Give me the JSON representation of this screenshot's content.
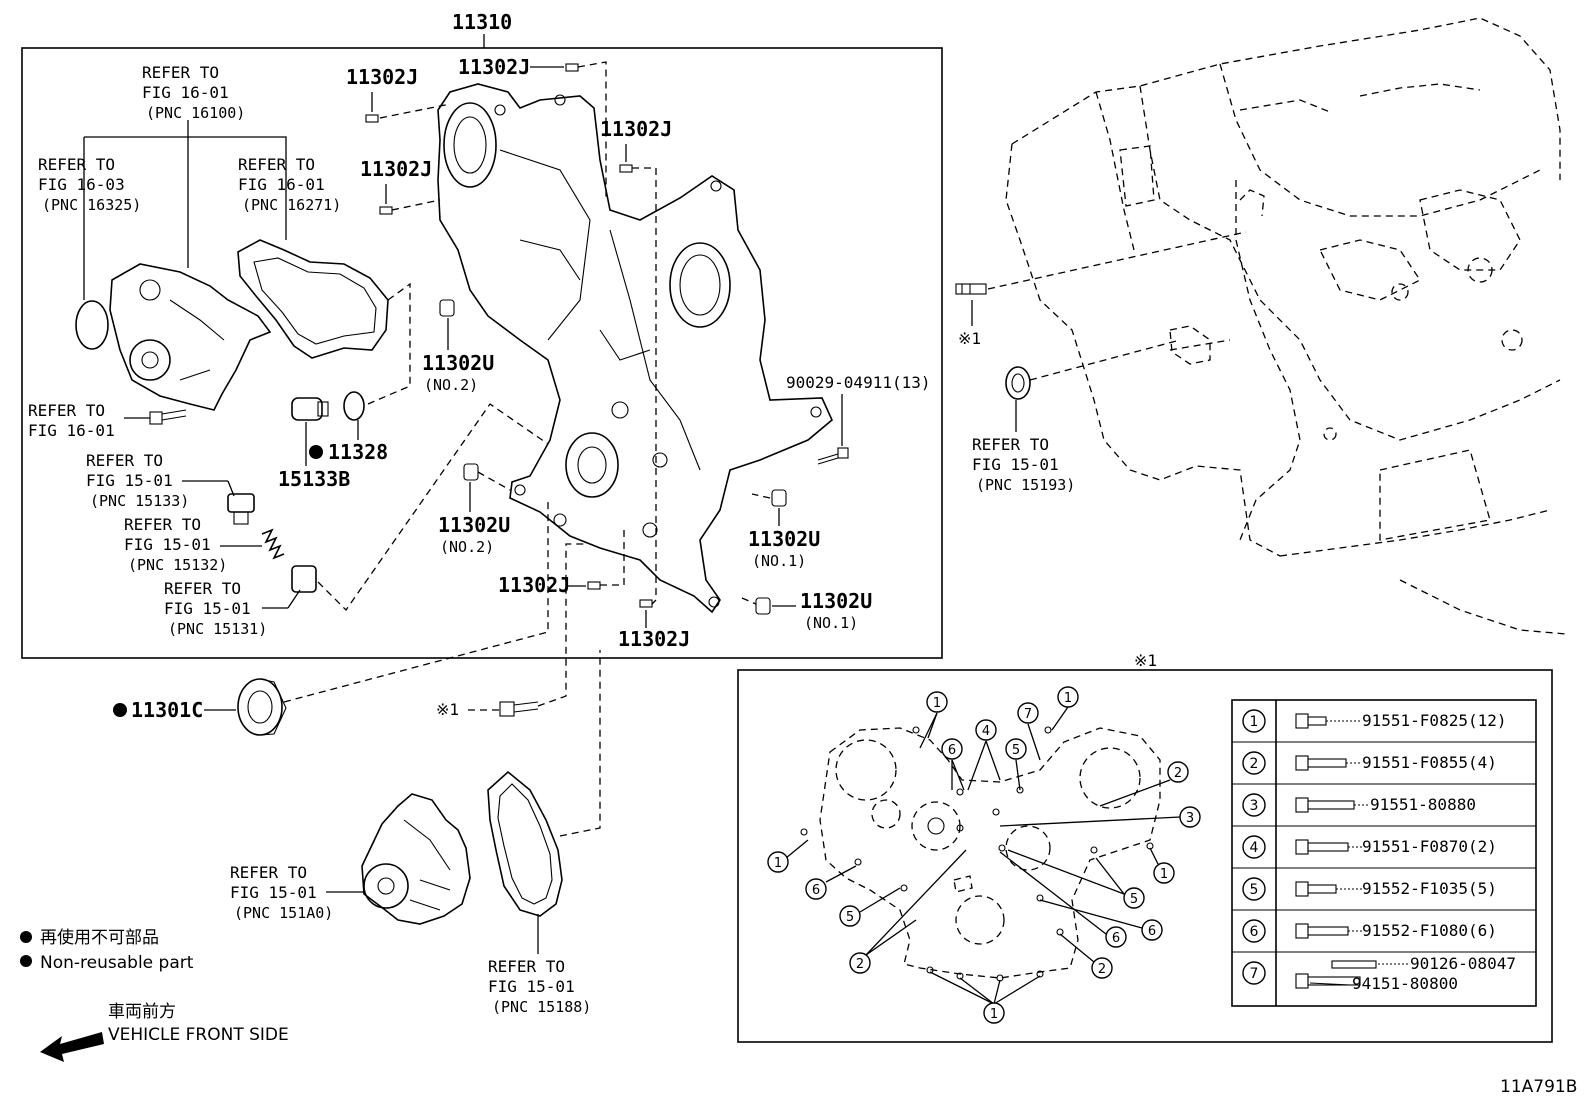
{
  "main_part": "11310",
  "labels": {
    "p11302J_a": "11302J",
    "p11302J_b": "11302J",
    "p11302J_c": "11302J",
    "p11302J_d": "11302J",
    "p11302J_e": "11302J",
    "p11302J_f": "11302J",
    "p11302U_no2_a": "11302U",
    "no2_a": "(NO.2)",
    "p11302U_no2_b": "11302U",
    "no2_b": "(NO.2)",
    "p11302U_no1_a": "11302U",
    "no1_a": "(NO.1)",
    "p11302U_no1_b": "11302U",
    "no1_b": "(NO.1)",
    "p90029": "90029-04911(13)",
    "p11328": "11328",
    "p15133B": "15133B",
    "p11301C": "11301C",
    "ref_mark_a": "※1",
    "ref_mark_b": "※1",
    "ref_mark_c": "※1"
  },
  "refer": {
    "r1": {
      "l1": "REFER TO",
      "l2": "FIG 16-01",
      "l3": "(PNC 16100)"
    },
    "r2": {
      "l1": "REFER TO",
      "l2": "FIG 16-03",
      "l3": "(PNC 16325)"
    },
    "r3": {
      "l1": "REFER TO",
      "l2": "FIG 16-01",
      "l3": "(PNC 16271)"
    },
    "r4": {
      "l1": "REFER TO",
      "l2": "FIG 16-01"
    },
    "r5": {
      "l1": "REFER TO",
      "l2": "FIG 15-01",
      "l3": "(PNC 15133)"
    },
    "r6": {
      "l1": "REFER TO",
      "l2": "FIG 15-01",
      "l3": "(PNC 15132)"
    },
    "r7": {
      "l1": "REFER TO",
      "l2": "FIG 15-01",
      "l3": "(PNC 15131)"
    },
    "r8": {
      "l1": "REFER TO",
      "l2": "FIG 15-01",
      "l3": "(PNC 15193)"
    },
    "r9": {
      "l1": "REFER TO",
      "l2": "FIG 15-01",
      "l3": "(PNC 151A0)"
    },
    "r10": {
      "l1": "REFER TO",
      "l2": "FIG 15-01",
      "l3": "(PNC 15188)"
    }
  },
  "bolt_table": [
    {
      "n": "1",
      "part": "91551-F0825(12)"
    },
    {
      "n": "2",
      "part": "91551-F0855(4)"
    },
    {
      "n": "3",
      "part": "91551-80880"
    },
    {
      "n": "4",
      "part": "91551-F0870(2)"
    },
    {
      "n": "5",
      "part": "91552-F1035(5)"
    },
    {
      "n": "6",
      "part": "91552-F1080(6)"
    },
    {
      "n": "7",
      "part": "90126-08047",
      "part2": "94151-80800"
    }
  ],
  "callouts": [
    "1",
    "1",
    "1",
    "1",
    "1",
    "2",
    "2",
    "2",
    "3",
    "4",
    "5",
    "5",
    "5",
    "6",
    "6",
    "6",
    "6",
    "7"
  ],
  "legend": {
    "jp": "再使用不可部品",
    "en": "Non-reusable part",
    "front_jp": "車両前方",
    "front_en": "VEHICLE FRONT SIDE"
  },
  "figure_id": "11A791B"
}
